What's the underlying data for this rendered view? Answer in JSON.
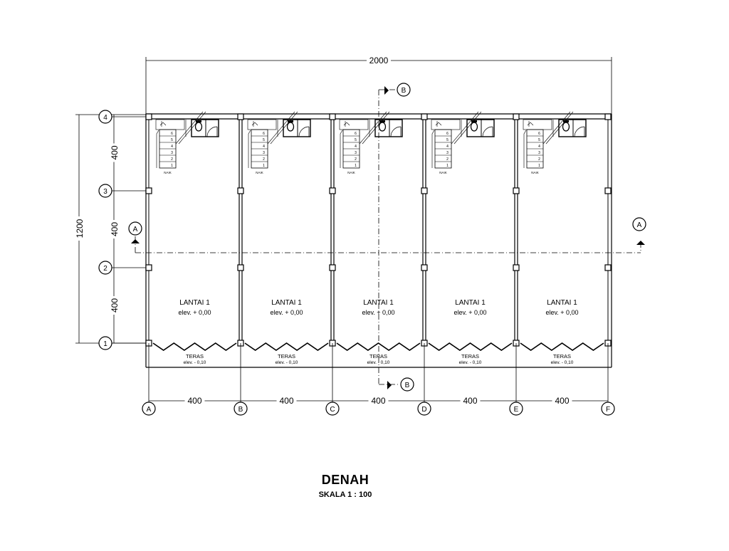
{
  "drawing": {
    "title": "DENAH",
    "scale": "SKALA 1 : 100",
    "overall_width": "2000",
    "overall_depth": "1200",
    "bay_width": "400",
    "row_depth": "400",
    "grid_columns": [
      "A",
      "B",
      "C",
      "D",
      "E",
      "F"
    ],
    "grid_rows": [
      "4",
      "3",
      "2",
      "1"
    ],
    "section_a": "A",
    "section_b": "B",
    "units": [
      {
        "room": "LANTAI 1",
        "room_elev": "elev. + 0,00",
        "terrace": "TERAS",
        "terrace_elev": "elev. - 0,10",
        "stair_steps": [
          "6",
          "5",
          "4",
          "3",
          "2",
          "1"
        ],
        "stair_label": "NAIK"
      },
      {
        "room": "LANTAI 1",
        "room_elev": "elev. + 0,00",
        "terrace": "TERAS",
        "terrace_elev": "elev. - 0,10",
        "stair_steps": [
          "6",
          "5",
          "4",
          "3",
          "2",
          "1"
        ],
        "stair_label": "NAIK"
      },
      {
        "room": "LANTAI 1",
        "room_elev": "elev. + 0,00",
        "terrace": "TERAS",
        "terrace_elev": "elev. - 0,10",
        "stair_steps": [
          "6",
          "5",
          "4",
          "3",
          "2",
          "1"
        ],
        "stair_label": "NAIK"
      },
      {
        "room": "LANTAI 1",
        "room_elev": "elev. + 0,00",
        "terrace": "TERAS",
        "terrace_elev": "elev. - 0,10",
        "stair_steps": [
          "6",
          "5",
          "4",
          "3",
          "2",
          "1"
        ],
        "stair_label": "NAIK"
      },
      {
        "room": "LANTAI 1",
        "room_elev": "elev. + 0,00",
        "terrace": "TERAS",
        "terrace_elev": "elev. - 0,10",
        "stair_steps": [
          "6",
          "5",
          "4",
          "3",
          "2",
          "1"
        ],
        "stair_label": "NAIK"
      }
    ]
  }
}
